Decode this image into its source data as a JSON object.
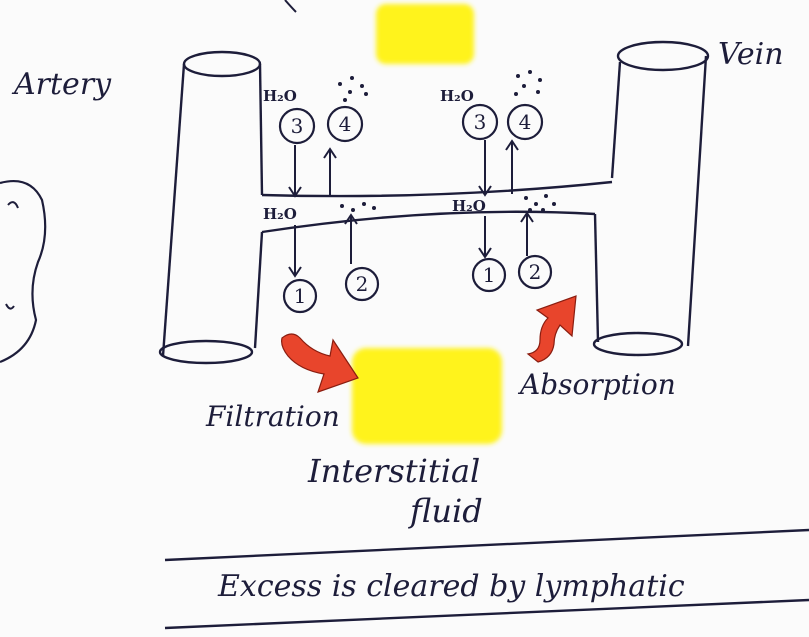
{
  "labels": {
    "artery": "Artery",
    "vein": "Vein",
    "filtration": "Filtration",
    "absorption": "Absorption",
    "interstitial_line1": "Interstitial",
    "interstitial_line2": "fluid",
    "excess_note": "Excess is cleared by lymphatic",
    "water_label": "H₂O"
  },
  "circles_left": [
    "3",
    "4",
    "1",
    "2"
  ],
  "circles_right": [
    "3",
    "4",
    "1",
    "2"
  ],
  "colors": {
    "ink": "#1d1d3a",
    "highlight": "#fff31a",
    "arrow_red": "#e8452c",
    "paper": "#fbfbfb"
  }
}
